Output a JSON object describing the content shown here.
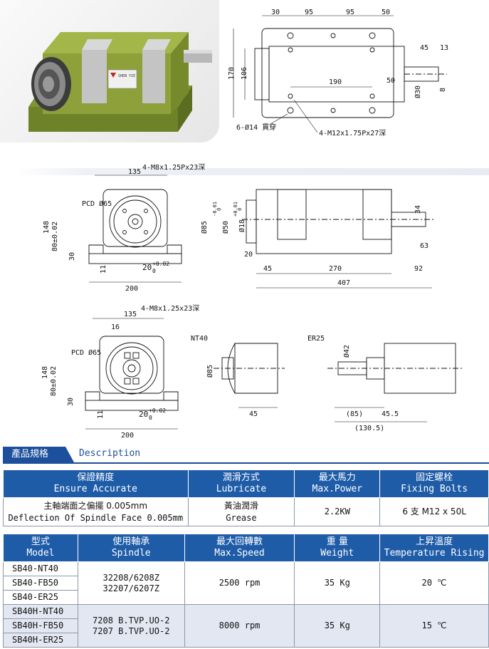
{
  "photo": {
    "plate_text": "SHEN YIE"
  },
  "top_drawing": {
    "dims": [
      "30",
      "95",
      "95",
      "50",
      "45",
      "13",
      "170",
      "106",
      "190",
      "50",
      "Ø30",
      "8"
    ],
    "callouts": [
      "6-Ø14 貫穿",
      "4-M12x1.75Px27深"
    ]
  },
  "mid_drawing": {
    "front_dims": [
      "4-M8x1.25Px23深",
      "135",
      "PCD Ø65",
      "148",
      "80±0.02",
      "30",
      "11",
      "200"
    ],
    "tol_main": "20",
    "tol_upper": "+0.02",
    "tol_lower": "0",
    "side_dims": [
      "Ø85",
      "-0.01",
      "0",
      "Ø50",
      "+0.01",
      "0",
      "Ø18",
      "34",
      "63",
      "20",
      "45",
      "270",
      "92",
      "407"
    ]
  },
  "bottom_drawing": {
    "front_dims": [
      "4-M8x1.25x23深",
      "135",
      "16",
      "PCD Ø65",
      "148",
      "80±0.02",
      "30",
      "11",
      "200"
    ],
    "tol_main": "20",
    "tol_upper": "+0.02",
    "tol_lower": "0",
    "nt_labels": [
      "NT40",
      "Ø85",
      "45"
    ],
    "er_labels": [
      "ER25",
      "Ø42",
      "(85)",
      "45.5",
      "(130.5)"
    ]
  },
  "description": {
    "tab_zh": "產品規格",
    "tab_en": "Description"
  },
  "spec_table": {
    "headers": [
      {
        "zh": "保證精度",
        "en": "Ensure Accurate"
      },
      {
        "zh": "潤滑方式",
        "en": "Lubricate"
      },
      {
        "zh": "最大馬力",
        "en": "Max.Power"
      },
      {
        "zh": "固定螺栓",
        "en": "Fixing Bolts"
      }
    ],
    "row": {
      "accuracy_zh": "主軸端面之偏擺 0.005mm",
      "accuracy_en": "Deflection Of Spindle Face 0.005mm",
      "lube_zh": "黃油潤滑",
      "lube_en": "Grease",
      "power": "2.2KW",
      "bolts": "6 支 M12 x 50L"
    }
  },
  "model_table": {
    "headers": [
      {
        "zh": "型式",
        "en": "Model"
      },
      {
        "zh": "使用軸承",
        "en": "Spindle"
      },
      {
        "zh": "最大回轉數",
        "en": "Max.Speed"
      },
      {
        "zh": "重 量",
        "en": "Weight"
      },
      {
        "zh": "上昇溫度",
        "en": "Temperature Rising"
      }
    ],
    "groups": [
      {
        "models": [
          "SB40-NT40",
          "SB40-FB50",
          "SB40-ER25"
        ],
        "bearing_1": "32208/6208Z",
        "bearing_2": "32207/6207Z",
        "speed": "2500 rpm",
        "weight": "35 Kg",
        "temp": "20 ℃"
      },
      {
        "models": [
          "SB40H-NT40",
          "SB40H-FB50",
          "SB40H-ER25"
        ],
        "bearing_1": "7208 B.TVP.UO-2",
        "bearing_2": "7207 B.TVP.UO-2",
        "speed": "8000 rpm",
        "weight": "35 Kg",
        "temp": "15 ℃"
      }
    ]
  },
  "colors": {
    "accent": "#1f5ca8",
    "body_green": "#8ea03a"
  }
}
